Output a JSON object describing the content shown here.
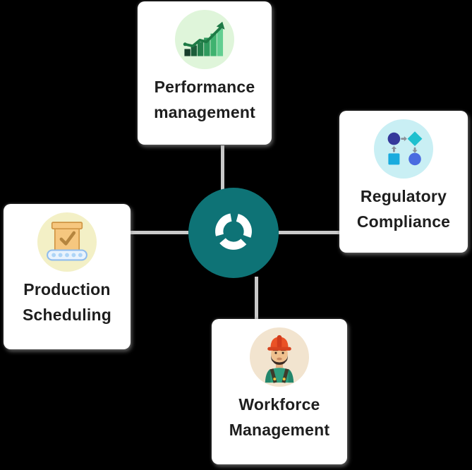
{
  "background_color": "#000000",
  "connector_color": "#C9C9C9",
  "hub": {
    "name": "central-process-hub",
    "color": "#0E7376",
    "icon": "cycle-swirl-icon",
    "icon_color": "#FFFFFF"
  },
  "cards": [
    {
      "id": "performance-management",
      "lines": [
        "Performance",
        "management"
      ],
      "icon": "growth-chart-icon",
      "icon_bg": "#DFF5DA"
    },
    {
      "id": "regulatory-compliance",
      "lines": [
        "Regulatory",
        "Compliance"
      ],
      "icon": "flowchart-icon",
      "icon_bg": "#C9EFF4"
    },
    {
      "id": "production-scheduling",
      "lines": [
        "Production",
        "Scheduling"
      ],
      "icon": "conveyor-box-icon",
      "icon_bg": "#F3F0C6"
    },
    {
      "id": "workforce-management",
      "lines": [
        "Workforce",
        "Management"
      ],
      "icon": "worker-icon",
      "icon_bg": "#F2E4CF"
    }
  ],
  "style": {
    "card_background": "#FFFFFF",
    "text_color": "#1E1E1E"
  }
}
